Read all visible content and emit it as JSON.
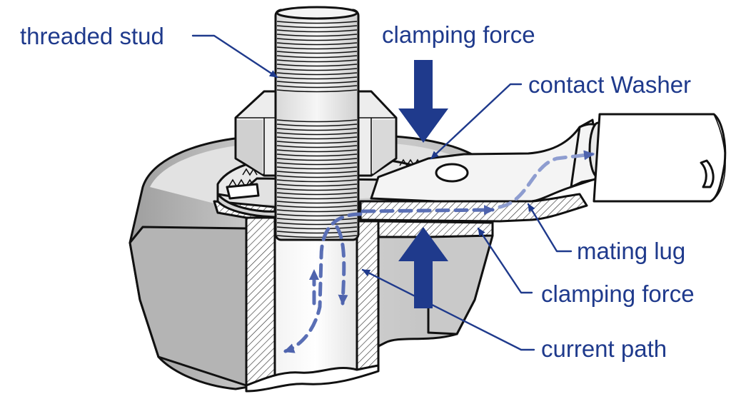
{
  "labels": {
    "threaded_stud": "threaded stud",
    "clamping_force_top": "clamping force",
    "contact_washer": "contact Washer",
    "mating_lug": "mating lug",
    "clamping_force_bottom": "clamping force",
    "current_path": "current path"
  },
  "colors": {
    "label": "#1f3a8c",
    "arrow": "#1f3a8c",
    "current_path": "#5a6fb5",
    "housing": "#c4c4c4",
    "steel": "#e6e6e6",
    "outline": "#111111"
  },
  "icons": {
    "force_arrow_down": "arrow-down",
    "force_arrow_up": "arrow-up"
  }
}
